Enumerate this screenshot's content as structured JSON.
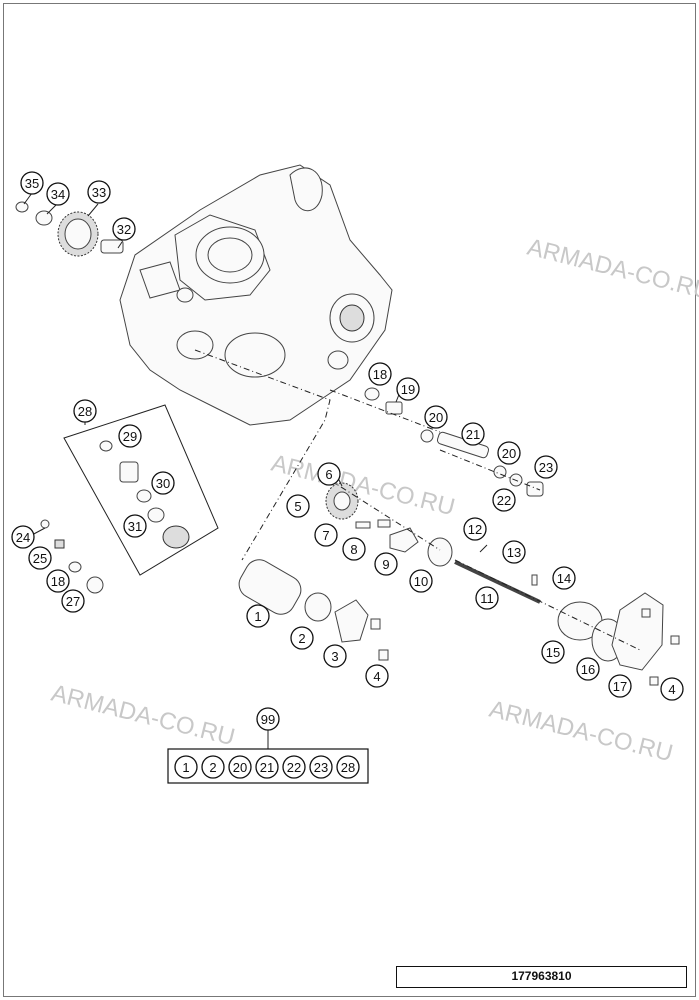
{
  "watermarks": [
    "ARMADA-CO.RU",
    "ARMADA-CO.RU",
    "ARMADA-CO.RU",
    "ARMADA-CO.RU"
  ],
  "callouts": [
    "35",
    "34",
    "33",
    "32",
    "28",
    "29",
    "30",
    "31",
    "24",
    "25",
    "18",
    "27",
    "18",
    "19",
    "20",
    "21",
    "20",
    "22",
    "23",
    "6",
    "5",
    "7",
    "8",
    "9",
    "10",
    "12",
    "13",
    "11",
    "14",
    "1",
    "2",
    "3",
    "4",
    "15",
    "16",
    "17",
    "4",
    "99"
  ],
  "kit": {
    "label": "99",
    "items": [
      "1",
      "2",
      "20",
      "21",
      "22",
      "23",
      "28"
    ]
  },
  "drawing_code": "177963810"
}
